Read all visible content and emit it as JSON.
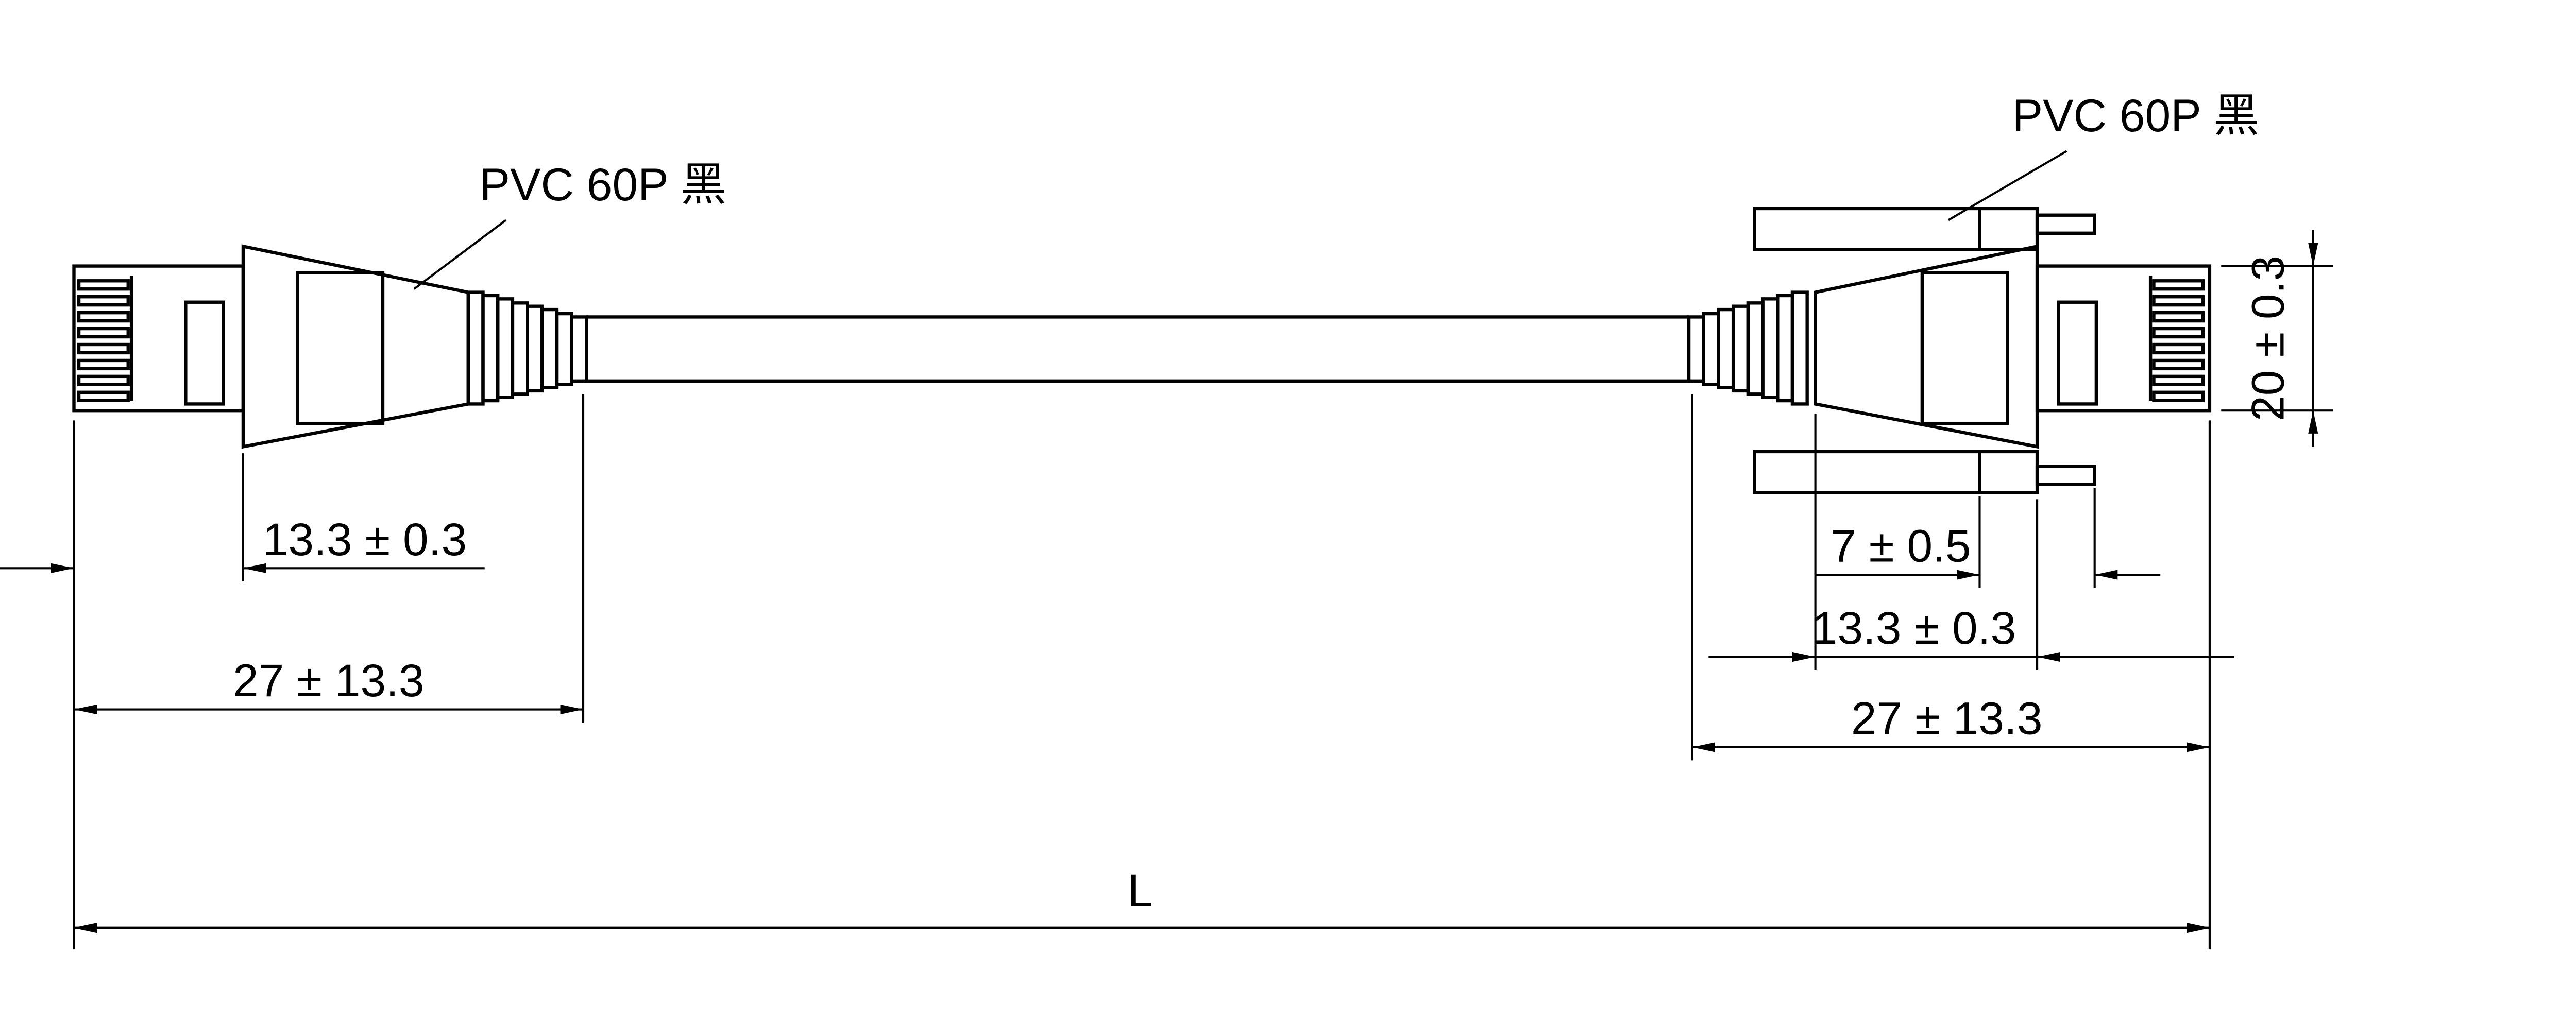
{
  "colors": {
    "line": "#000000",
    "background": "#ffffff"
  },
  "callouts": {
    "left_boot_material": "PVC 60P 黑",
    "right_boot_material": "PVC 60P 黑"
  },
  "dimensions": {
    "left_boot_length": "13.3 ± 0.3",
    "left_connector_length": "27 ± 13.3",
    "right_latch_length": "7 ± 0.5",
    "right_boot_length": "13.3 ± 0.3",
    "right_connector_length": "27 ± 13.3",
    "plug_height": "20 ± 0.3",
    "overall_length": "L"
  }
}
